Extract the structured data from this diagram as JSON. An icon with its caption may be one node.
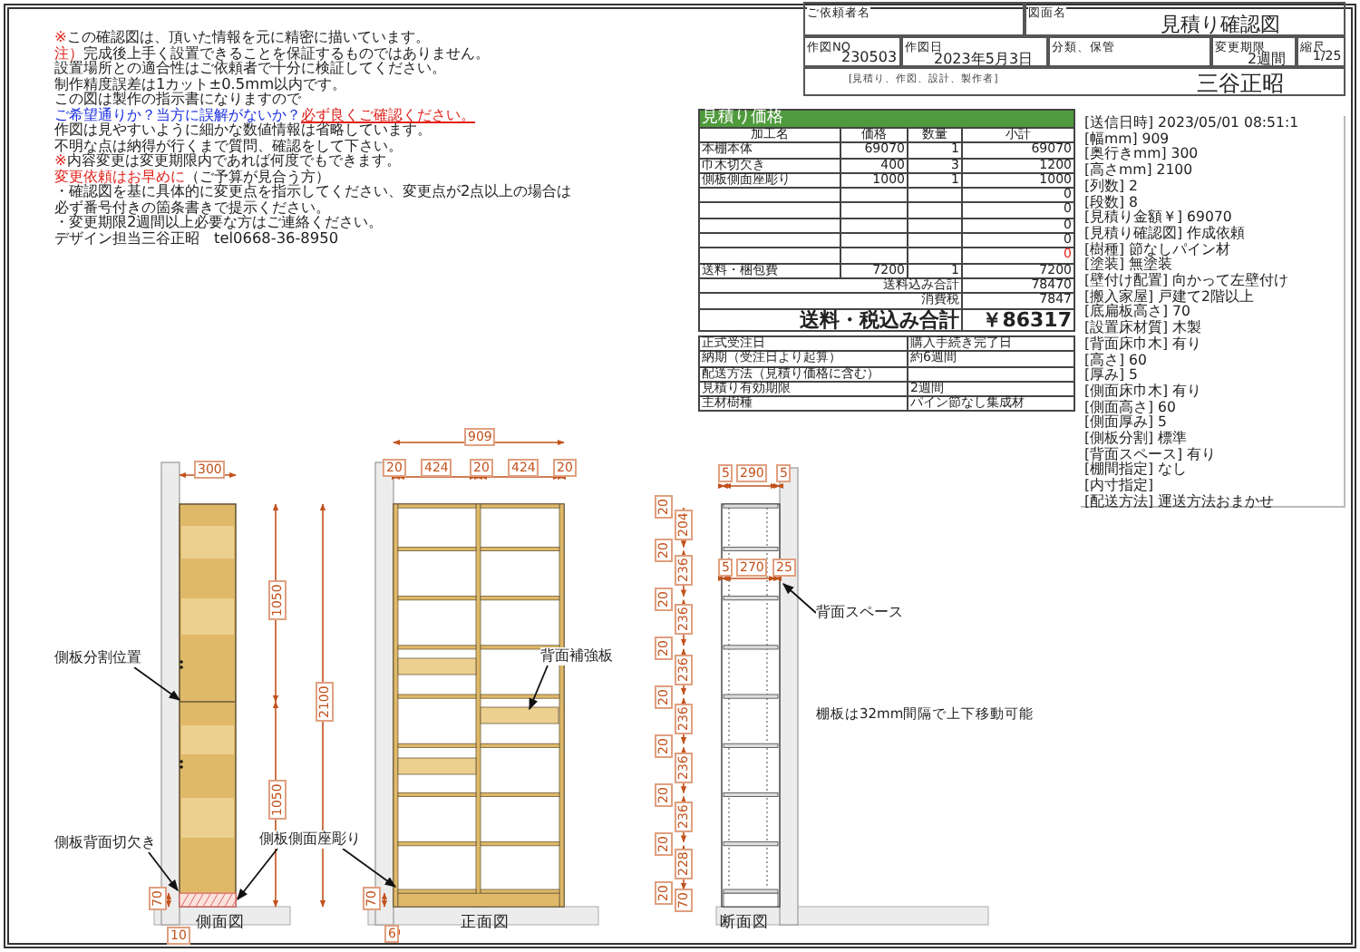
{
  "diagram": {
    "nodes": [
      {
        "text": [
          "側板分割位置"
        ]
      },
      {
        "text": [
          "側板背面切欠き"
        ]
      },
      {
        "text": [
          "側板側面座彫り"
        ]
      },
      {
        "text": [
          "背面補強板"
        ]
      },
      {
        "text": [
          "背面スペース"
        ]
      },
      {
        "text": [],
        "shape": "picture",
        "beside": [
          "側面図"
        ]
      },
      {
        "text": [],
        "shape": "picture",
        "beside": [
          "正面図"
        ]
      },
      {
        "text": [],
        "shape": "picture",
        "beside": [
          "断面図"
        ]
      }
    ],
    "edges": [
      {
        "from": 0,
        "to": 5,
        "arrow": "to"
      },
      {
        "from": 1,
        "to": 5,
        "arrow": "to"
      },
      {
        "from": 2,
        "to": 5,
        "arrow": "to"
      },
      {
        "from": 2,
        "to": 6,
        "arrow": "to"
      },
      {
        "from": 3,
        "to": 6,
        "arrow": "to"
      },
      {
        "from": 4,
        "to": 7,
        "arrow": "to"
      }
    ],
    "labels": [
      "※",
      "この確認図は、頂いた情報を元に精密に描いています。",
      "注）",
      "完成後上手く設置できることを保証するものではありません。",
      "設置場所との適合性はご依頼者で十分に検証してください。",
      "制作精度誤差は1カット±0.5mm以内です。",
      "この図は製作の指示書になりますので",
      "ご希望通りか？当方に誤解がないか？",
      "必ず良くご確認ください。",
      "作図は見やすいように細かな数値情報は省略しています。",
      "不明な点は納得が行くまで質問、確認をして下さい。",
      "※",
      "内容変更は変更期限内であれば何度でもできます。",
      "変更依頼はお早めに",
      "（ご予算が見合う方）",
      "・確認図を基に具体的に変更点を指示してください、変更点が2点以上の場合は",
      "必ず番号付きの箇条書きで提示ください。",
      "・変更期限2週間以上必要な方はご連絡ください。",
      "デザイン担当三谷正昭　tel0668-36-8950",
      "ご依頼者名",
      "図面名",
      "見積り確認図",
      "作図NO",
      "230503",
      "作図日",
      "2023年5月3日",
      "分類、保管",
      "変更期限",
      "2週間",
      "縮尺",
      "1/25",
      "[見積り、作図、設計、製作者]",
      "三谷正昭",
      "見積り価格",
      "加工名",
      "価格",
      "数量",
      "小計",
      "本棚本体",
      "69070",
      "1",
      "69070",
      "巾木切欠き",
      "400",
      "3",
      "1200",
      "側板側面座彫り",
      "1000",
      "1",
      "1000",
      "0",
      "0",
      "0",
      "0",
      "0",
      "送料・梱包費",
      "7200",
      "1",
      "7200",
      "送料込み合計",
      "78470",
      "消費税",
      "7847",
      "送料・税込み合計",
      "￥86317",
      "正式受注日",
      "購入手続き完了日",
      "納期（受注日より起算）",
      "約6週間",
      "配送方法（見積り価格に含む）",
      "見積り有効期限",
      "2週間",
      "主材樹種",
      "パイン節なし集成材",
      "[送信日時] 2023/05/01 08:51:1",
      "[幅mm] 909",
      "[奥行きmm] 300",
      "[高さmm] 2100",
      "[列数] 2",
      "[段数] 8",
      "[見積り金額￥] 69070",
      "[見積り確認図] 作成依頼",
      "[樹種] 節なしパイン材",
      "[塗装] 無塗装",
      "[壁付け配置] 向かって左壁付け",
      "[搬入家屋] 戸建て2階以上",
      "[底扁板高さ] 70",
      "[設置床材質] 木製",
      "[背面床巾木] 有り",
      "[高さ] 60",
      "[厚み] 5",
      "[側面床巾木] 有り",
      "[側面高さ] 60",
      "[側面厚み] 5",
      "[側板分割] 標準",
      "[背面スペース] 有り",
      "[棚間指定] なし",
      "[内寸指定]",
      "[配送方法] 運送方法おまかせ",
      "300",
      "1050",
      "1050",
      "2100",
      "70",
      "10",
      "909",
      "20",
      "424",
      "20",
      "424",
      "20",
      "70",
      "6",
      "20",
      "204",
      "20",
      "236",
      "20",
      "236",
      "20",
      "236",
      "20",
      "236",
      "20",
      "236",
      "20",
      "236",
      "20",
      "228",
      "20",
      "70",
      "5",
      "290",
      "5",
      "5",
      "270",
      "25",
      "棚板は32mm間隔で上下移動可能"
    ]
  }
}
